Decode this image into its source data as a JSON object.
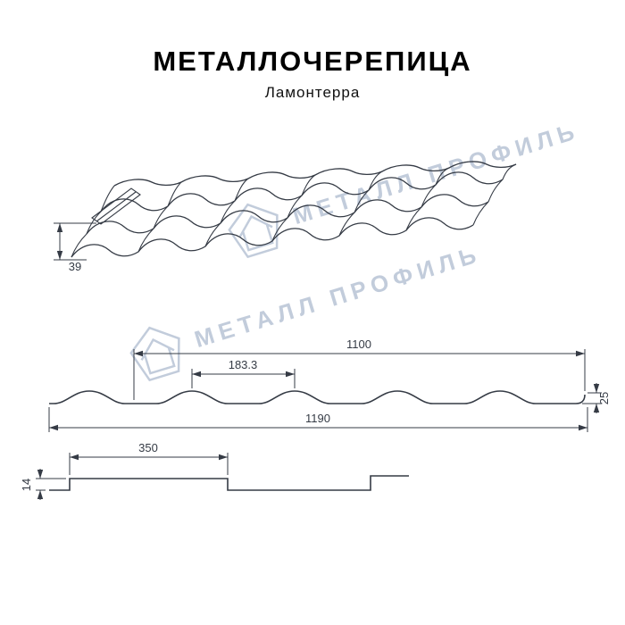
{
  "header": {
    "title": "МЕТАЛЛОЧЕРЕПИЦА",
    "subtitle": "Ламонтерра"
  },
  "watermark": {
    "text": "МЕТАЛЛ ПРОФИЛЬ",
    "color": "#b3c0d3"
  },
  "perspective_view": {
    "front_height": "39"
  },
  "cross_section": {
    "cover_width": "1100",
    "wave_pitch": "183.3",
    "profile_height": "25",
    "overall_width": "1190"
  },
  "overlap_section": {
    "module_length": "350",
    "step_height": "14"
  }
}
